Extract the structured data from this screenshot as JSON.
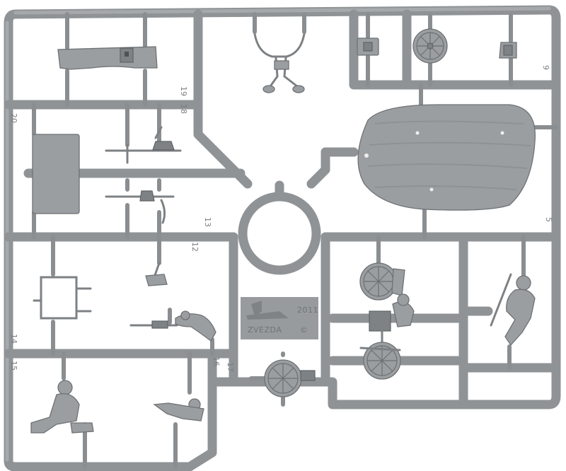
{
  "sprue": {
    "year_label": "2011",
    "brand_label": "ZVEZDA",
    "copyright_symbol": "©",
    "tab_numbers": [
      "20",
      "19",
      "18",
      "13",
      "12",
      "9",
      "5",
      "14",
      "15",
      "16",
      "17"
    ]
  },
  "colors": {
    "plastic": "#9a9ea1",
    "runner": "#8f9396",
    "shadow": "#6e7275",
    "background": "#ffffff"
  }
}
